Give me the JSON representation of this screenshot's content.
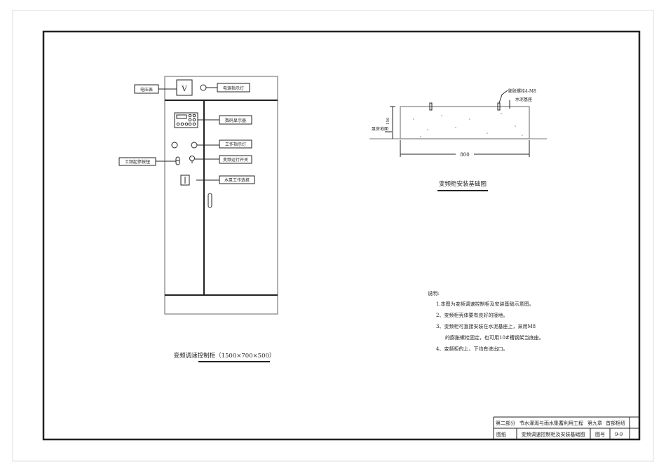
{
  "cabinet": {
    "voltmeter_symbol": "V",
    "labels": {
      "voltmeter": "电压表",
      "power_lamp": "电源指示灯",
      "digital_display": "数码显示器",
      "work_lamp": "工作指示灯",
      "power_freq_button": "工频起停按钮",
      "vf_switch": "变频运行开关",
      "pump_select": "水泵工作选择"
    },
    "caption": "变频调速控制柜（1500×700×500）"
  },
  "foundation": {
    "bolt_label": "膨胀螺栓4-M8",
    "base_label": "水泥基座",
    "floor_label": "泵房地面",
    "height_dim": "150",
    "width_dim": "800",
    "caption": "变频柜安装基础图"
  },
  "notes": {
    "title": "说明:",
    "items": [
      "1.本图为变频调速控制柜及安装基础示意图。",
      "2、变频柜壳体要有良好的接地。",
      "3、变频柜可直接安装在水泥基座上，采用M8",
      "的膨胀螺栓固定，也可用10#槽钢架当底座。",
      "4、变频柜的上、下均有进出口。"
    ]
  },
  "title_block": {
    "part": "第二部分",
    "project": "节水灌溉与雨水集蓄利用工程",
    "chapter": "第九章",
    "section": "首部枢纽",
    "type": "图纸",
    "drawing_name": "变频调速控制柜及安装基础图",
    "no_label": "图号",
    "no": "9-9"
  }
}
